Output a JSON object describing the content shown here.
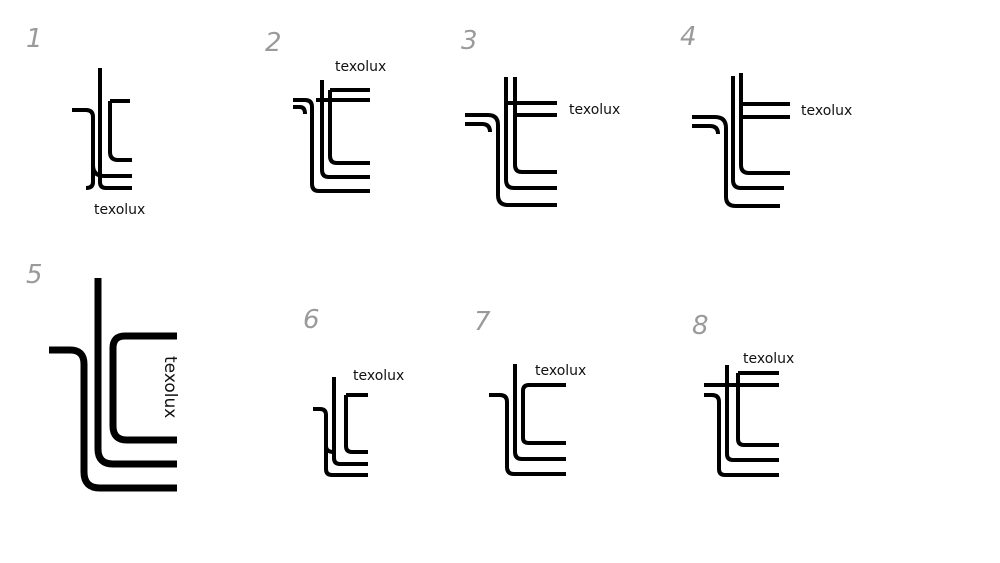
{
  "variants": [
    {
      "number": "1",
      "wordmark": "texolux"
    },
    {
      "number": "2",
      "wordmark": "texolux"
    },
    {
      "number": "3",
      "wordmark": "texolux"
    },
    {
      "number": "4",
      "wordmark": "texolux"
    },
    {
      "number": "5",
      "wordmark": "texolux"
    },
    {
      "number": "6",
      "wordmark": "texolux"
    },
    {
      "number": "7",
      "wordmark": "texolux"
    },
    {
      "number": "8",
      "wordmark": "texolux"
    }
  ],
  "colors": {
    "mark": "#000000",
    "number": "#9a9a9a",
    "background": "#ffffff"
  }
}
